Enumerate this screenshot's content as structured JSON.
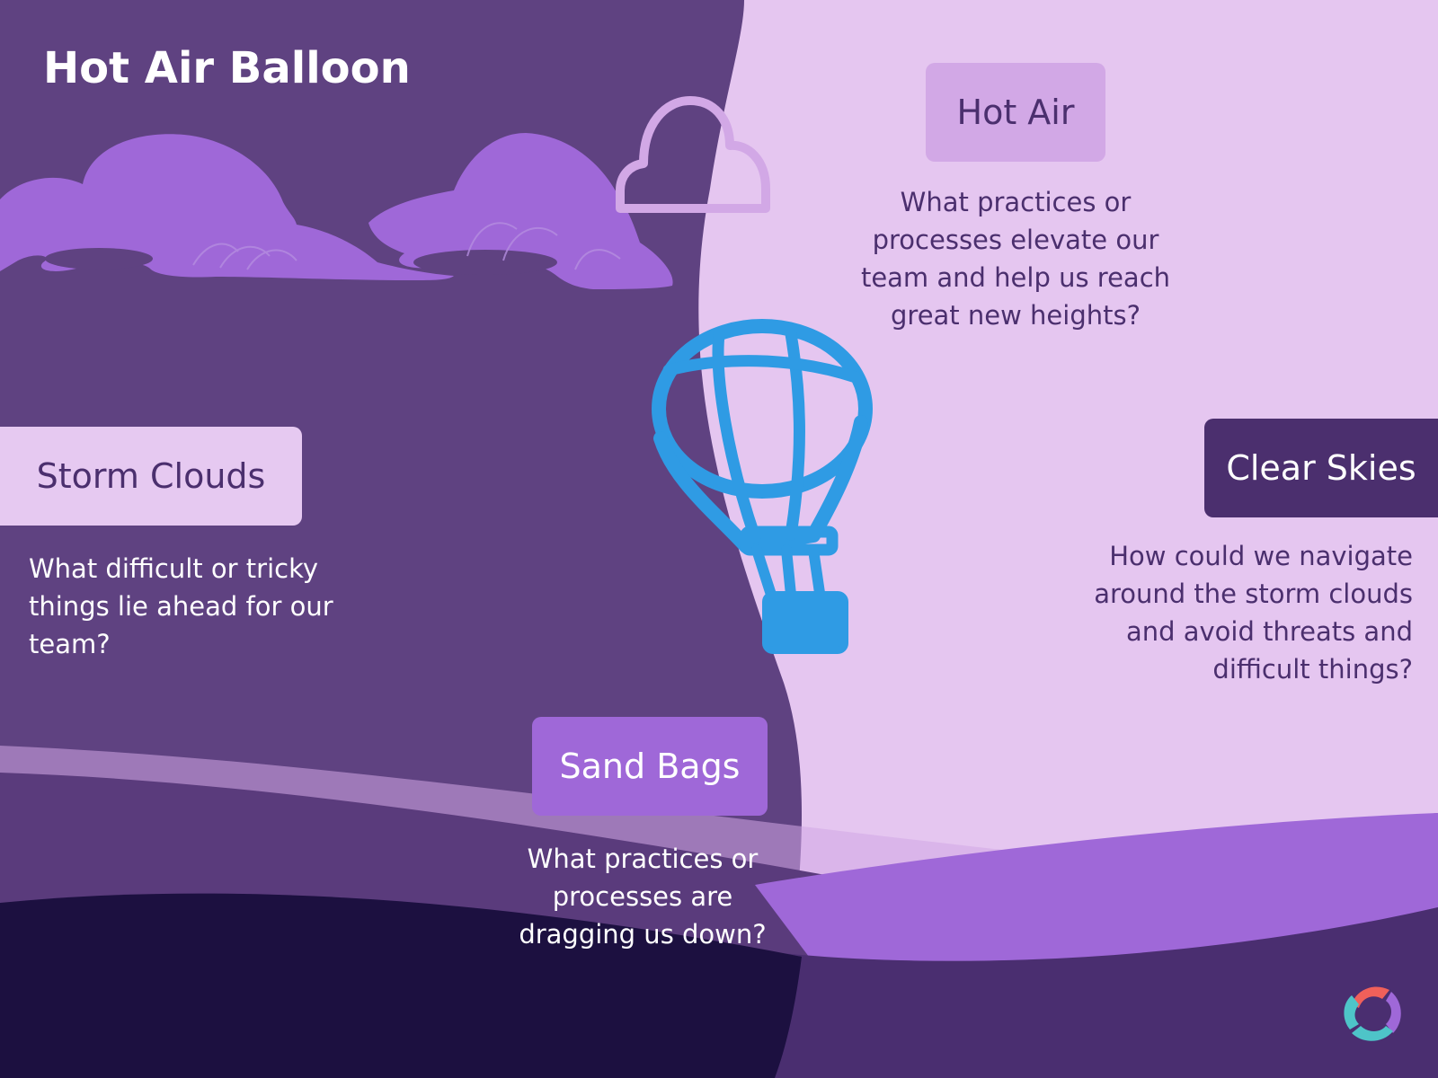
{
  "board": {
    "title": "Hot Air Balloon"
  },
  "sections": {
    "hot_air": {
      "label": "Hot Air",
      "question": "What practices or processes elevate our team and help us reach great new heights?"
    },
    "storm_clouds": {
      "label": "Storm Clouds",
      "question": "What difficult or tricky things lie ahead for our team?"
    },
    "clear_skies": {
      "label": "Clear Skies",
      "question": "How could we navigate around the storm clouds and avoid threats and difficult things?"
    },
    "sand_bags": {
      "label": "Sand Bags",
      "question": "What practices or processes are dragging us down?"
    }
  },
  "icons": {
    "balloon": "hot-air-balloon-icon",
    "clouds": "storm-clouds-illustration",
    "outline_cloud": "cloud-outline-icon",
    "logo": "app-logo-icon"
  },
  "colors": {
    "dark_purple_bg": "#5f4281",
    "light_lilac_bg": "#e5c6f0",
    "accent_purple": "#9f68d8",
    "deep_navy": "#1c1040",
    "balloon_blue": "#2f9be4",
    "text_purple": "#4b2f6e"
  }
}
